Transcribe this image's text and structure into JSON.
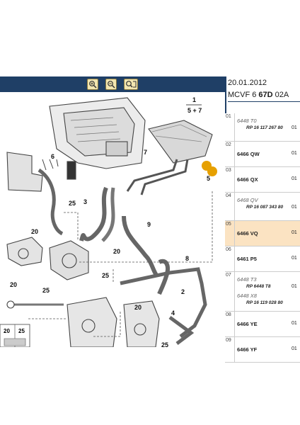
{
  "toolbar": {
    "buttons": [
      {
        "icon": "zoom-in-icon",
        "name": "zoom-in-button"
      },
      {
        "icon": "zoom-out-icon",
        "name": "zoom-out-button"
      },
      {
        "icon": "fit-to-window-icon",
        "name": "fit-to-window-button"
      }
    ]
  },
  "header": {
    "date": "20.01.2012",
    "model_prefix": "MCVF 6",
    "model_bold": "67D",
    "model_suffix": "02A"
  },
  "diagram": {
    "callouts": [
      "1",
      "5 + 7",
      "6",
      "7",
      "5",
      "3",
      "9",
      "8",
      "25",
      "20",
      "20",
      "25",
      "2",
      "4",
      "20",
      "25",
      "20",
      "25"
    ],
    "inset_labels": [
      "20",
      "25"
    ]
  },
  "parts": [
    {
      "idx": "01",
      "code": "6448 T0",
      "old": true,
      "rep": "RP 16 117 267 80",
      "qty": "01"
    },
    {
      "idx": "02",
      "code": "6466 QW",
      "old": false,
      "rep": "",
      "qty": "01"
    },
    {
      "idx": "03",
      "code": "6466 QX",
      "old": false,
      "rep": "",
      "qty": "01"
    },
    {
      "idx": "04",
      "code": "6468 QV",
      "old": true,
      "rep": "RP 16 087 343 80",
      "qty": "01"
    },
    {
      "idx": "05",
      "code": "6466 VQ",
      "old": false,
      "rep": "",
      "qty": "01",
      "selected": true
    },
    {
      "idx": "06",
      "code": "6461 P5",
      "old": false,
      "rep": "",
      "qty": "01"
    },
    {
      "idx": "07",
      "code": "6448 T3",
      "old": true,
      "rep": "RP 6448 T8",
      "code2": "6448 X8",
      "rep2": "RP 16 119 028 80",
      "qty": "01"
    },
    {
      "idx": "08",
      "code": "6466 YE",
      "old": false,
      "rep": "",
      "qty": "01"
    },
    {
      "idx": "09",
      "code": "6466 YF",
      "old": false,
      "rep": "",
      "qty": "01"
    }
  ],
  "colors": {
    "toolbar": "#1f3f66",
    "selected_row": "#fbe3c2"
  }
}
